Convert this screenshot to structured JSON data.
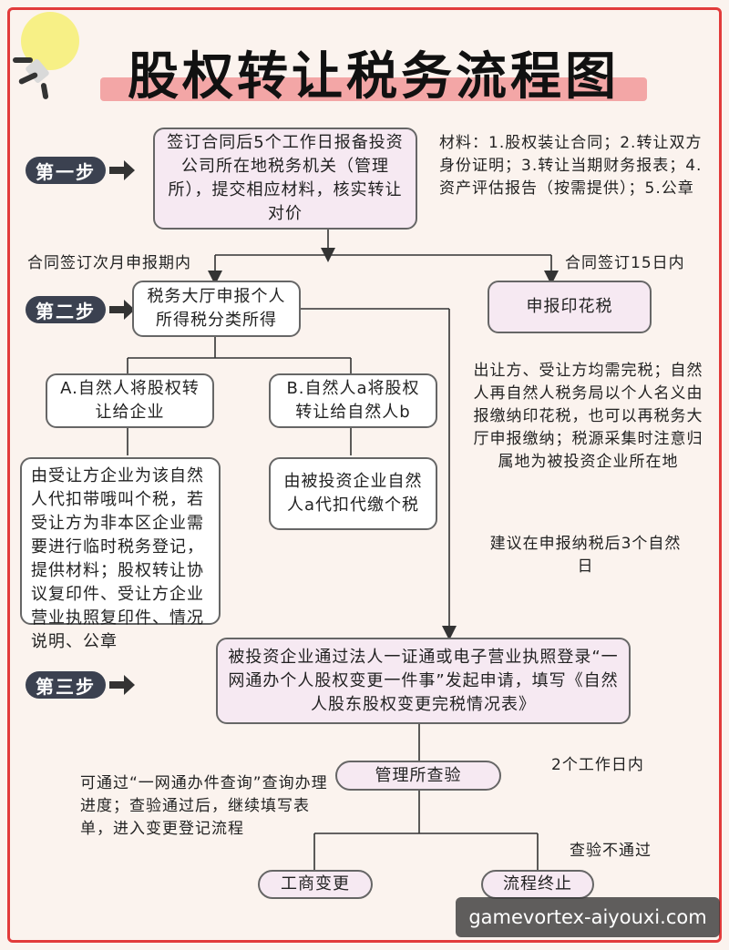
{
  "title": "股权转让税务流程图",
  "steps": {
    "step1": "第一步",
    "step2": "第二步",
    "step3": "第三步"
  },
  "step1": {
    "box": "签订合同后5个工作日报备投资公司所在地税务机关（管理所），提交相应材料，核实转让对价",
    "materials": "材料：1.股权装让合同；2.转让双方身份证明；3.转让当期财务报表；4.资产评估报告（按需提供）；5.公章"
  },
  "branch_labels": {
    "left": "合同签订次月申报期内",
    "right": "合同签订15日内"
  },
  "step2": {
    "income_tax_box": "税务大厅申报个人所得税分类所得",
    "stamp_tax_box": "申报印花税",
    "stamp_tax_note": "出让方、受让方均需完税；自然人再自然人税务局以个人名义由报缴纳印花税，也可以再税务大厅申报缴纳；税源采集时注意归属地为被投资企业所在地",
    "option_a": "A.自然人将股权转让给企业",
    "option_b": "B.自然人a将股权转让给自然人b",
    "option_a_detail": "由受让方企业为该自然人代扣带哦叫个税，若受让方为非本区企业需要进行临时税务登记，提供材料；股权转让协议复印件、受让方企业营业执照复印件、情况说明、公章",
    "option_b_detail": "由被投资企业自然人a代扣代缴个税",
    "suggestion": "建议在申报纳税后3个自然日"
  },
  "step3": {
    "box": "被投资企业通过法人一证通或电子营业执照登录“一网通办个人股权变更一件事”发起申请，填写《自然人股东股权变更完税情况表》",
    "inspect": "管理所查验",
    "days": "2个工作日内",
    "query_note": "可通过“一网通办件查询”查询办理进度；查验通过后，继续填写表单，进入变更登记流程",
    "fail_label": "查验不通过",
    "end_ok": "工商变更",
    "end_fail": "流程终止"
  },
  "watermark": "gamevortex-aiyouxi.com",
  "colors": {
    "border": "#e23b3b",
    "box_fill": "#f6e9f2",
    "step_badge": "#3b4150",
    "bulb": "#f6ef7a"
  }
}
